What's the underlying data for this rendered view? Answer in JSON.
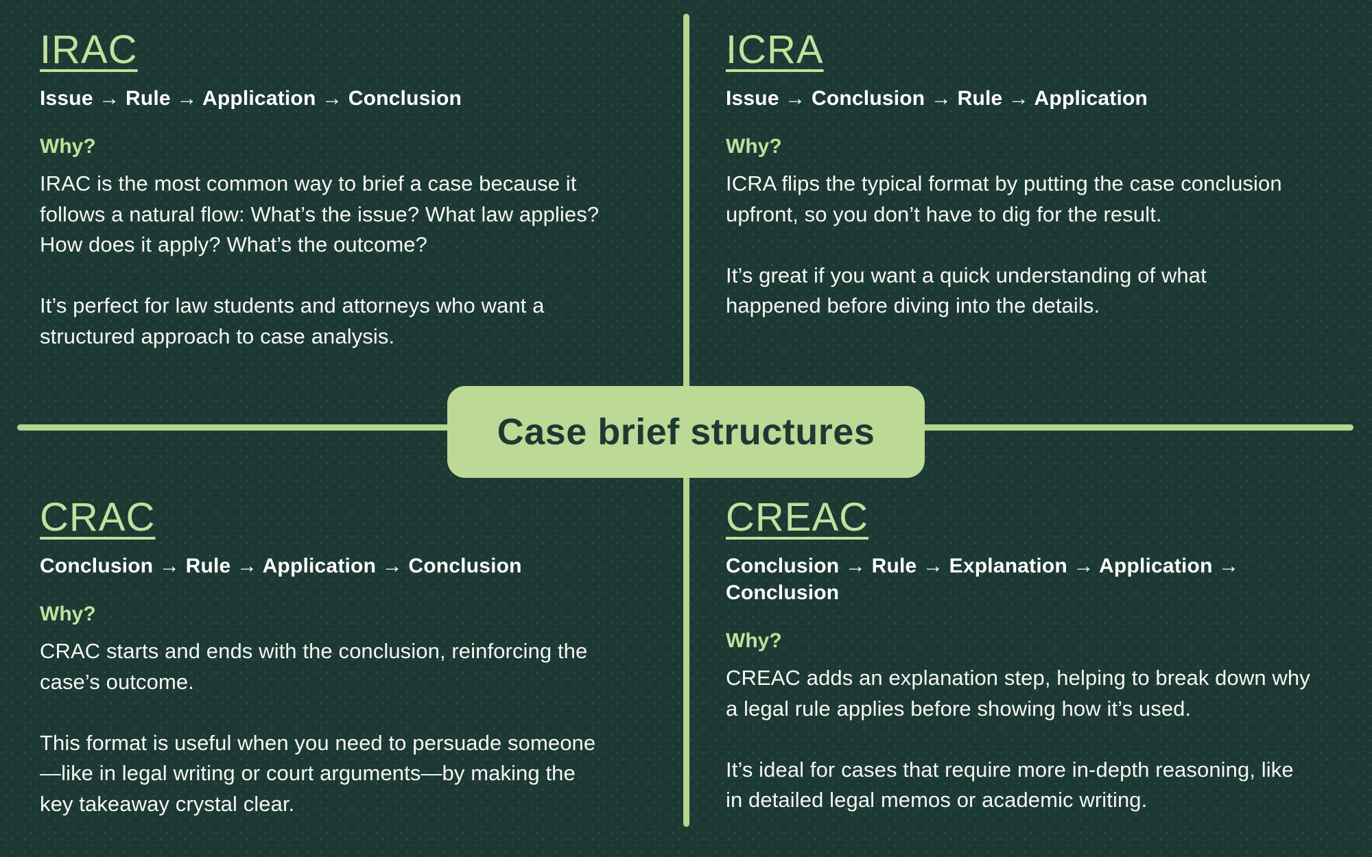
{
  "badge": {
    "label": "Case brief structures"
  },
  "colors": {
    "background": "#1d3934",
    "accent_text_green": "#c3e09d",
    "accent_shape_green": "#b6d58d",
    "badge_background": "#bcd996",
    "badge_text": "#1d3934",
    "flow_text": "#ffffff",
    "body_text": "#f5f7f4"
  },
  "quadrants": [
    {
      "id": "irac",
      "title": "IRAC",
      "flow": "Issue → Rule → Application → Conclusion",
      "why_label": "Why?",
      "body": "IRAC is the most common way to brief a case because it\nfollows a natural flow: What’s the issue? What law applies?\nHow does it apply? What’s the outcome?\n\nIt’s perfect for law students and attorneys who want a\nstructured approach to case analysis."
    },
    {
      "id": "icra",
      "title": "ICRA",
      "flow": "Issue → Conclusion → Rule → Application",
      "why_label": "Why?",
      "body": "ICRA flips the typical format by putting the case conclusion\nupfront, so you don’t have to dig for the result.\n\nIt’s great if you want a quick understanding of what\nhappened before diving into the details."
    },
    {
      "id": "crac",
      "title": "CRAC",
      "flow": "Conclusion → Rule → Application → Conclusion",
      "why_label": "Why?",
      "body": "CRAC starts and ends with the conclusion, reinforcing the\ncase’s outcome.\n\nThis format is useful when you need to persuade someone\n—like in legal writing or court arguments—by making the\nkey takeaway crystal clear."
    },
    {
      "id": "creac",
      "title": "CREAC",
      "flow": "Conclusion → Rule → Explanation → Application → Conclusion",
      "why_label": "Why?",
      "body": "CREAC adds an explanation step, helping to break down why\na legal rule applies before showing how it’s used.\n\nIt’s ideal for cases that require more in-depth reasoning, like\nin detailed legal memos or academic writing."
    }
  ]
}
